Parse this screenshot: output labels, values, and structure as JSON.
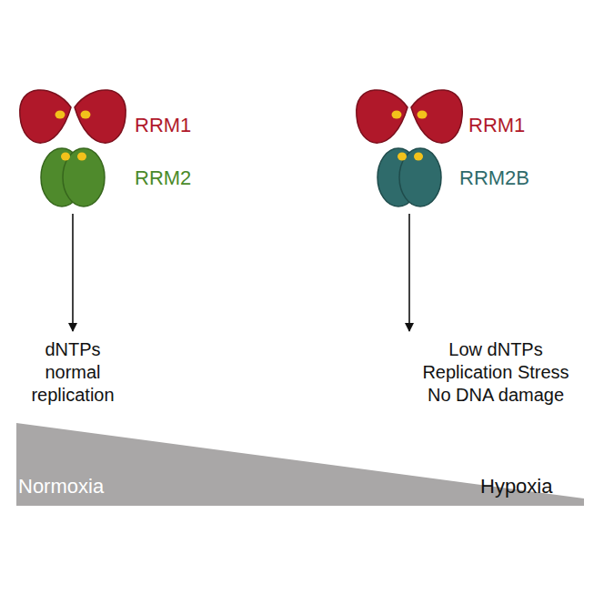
{
  "diagram": {
    "nodes": [
      {
        "text": [
          "RRM1",
          "RRM2"
        ]
      },
      {
        "text": [
          "dNTPs",
          "normal",
          "replication"
        ]
      },
      {
        "text": [
          "RRM1",
          "RRM2B"
        ]
      },
      {
        "text": [
          "Low dNTPs",
          "Replication Stress",
          "No DNA damage"
        ]
      }
    ],
    "edges": [
      {
        "from": 0,
        "to": 1,
        "arrow": "to"
      },
      {
        "from": 2,
        "to": 3,
        "arrow": "to"
      }
    ],
    "labels": [
      "Normoxia",
      "Hypoxia"
    ]
  }
}
